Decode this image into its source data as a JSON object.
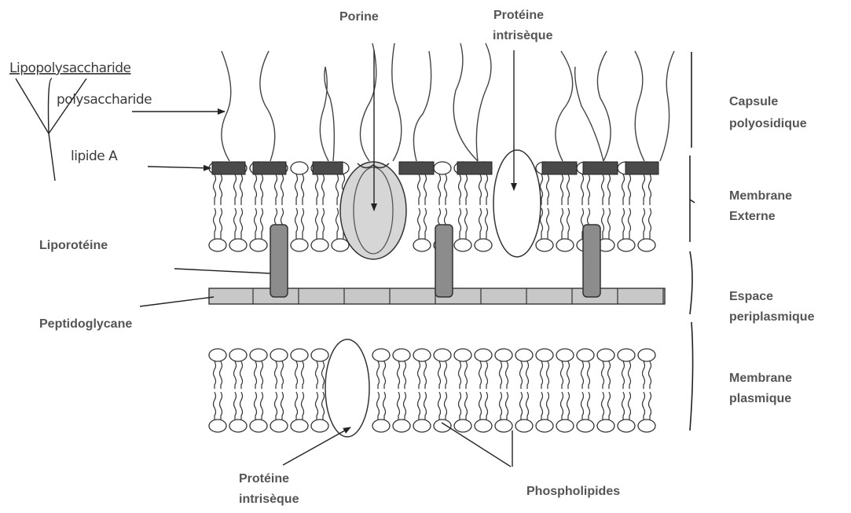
{
  "labels": {
    "porine": "Porine",
    "proteine_intrinseque_top": [
      "Protéine",
      "intrisèque"
    ],
    "lipopolysaccharide": "Lipopolysaccharide",
    "polysaccharide": "polysaccharide",
    "lipide_a": "lipide A",
    "liporoteine": "Liporotéine",
    "peptidoglycane": "Peptidoglycane",
    "proteine_intrinseque_bottom": [
      "Protéine",
      "intrisèque"
    ],
    "phospholipides": "Phospholipides"
  },
  "regions": [
    {
      "lines": [
        "Capsule",
        "polyosidique"
      ]
    },
    {
      "lines": [
        "Membrane",
        "Externe"
      ]
    },
    {
      "lines": [
        "Espace",
        "periplasmique"
      ]
    },
    {
      "lines": [
        "Membrane",
        "plasmique"
      ]
    }
  ]
}
